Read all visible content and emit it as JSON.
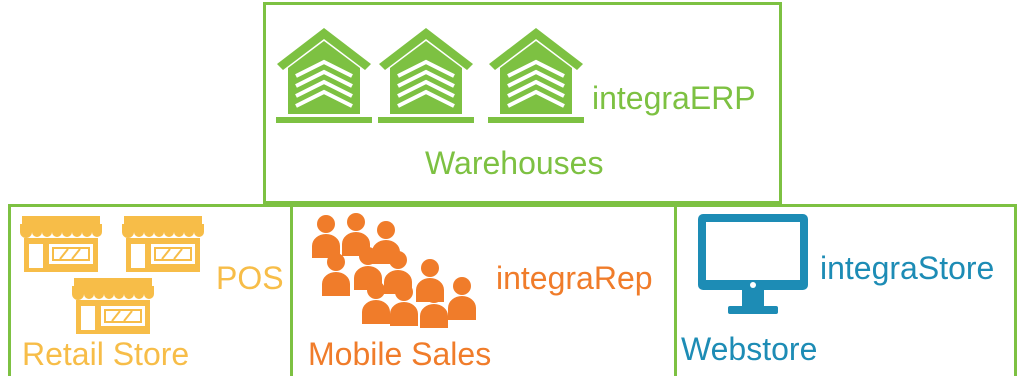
{
  "colors": {
    "green": "#7dc142",
    "yellow": "#f7bd48",
    "orange": "#f07c2a",
    "blue": "#1d8cb5"
  },
  "warehouses": {
    "product": "integraERP",
    "label": "Warehouses",
    "icon": "warehouse-icon",
    "count": 3
  },
  "retail": {
    "product": "POS",
    "label": "Retail Store",
    "icon": "storefront-icon",
    "count": 3
  },
  "mobile": {
    "product": "integraRep",
    "label": "Mobile Sales",
    "icon": "people-group-icon"
  },
  "web": {
    "product": "integraStore",
    "label": "Webstore",
    "icon": "monitor-icon"
  }
}
